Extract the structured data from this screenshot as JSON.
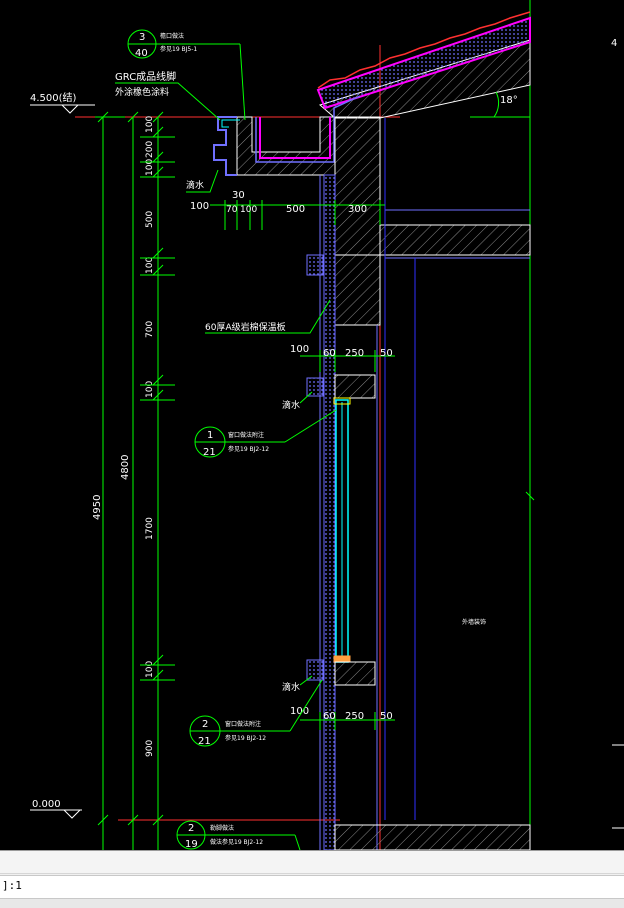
{
  "drawing": {
    "elevations": {
      "top": "4.500(结)",
      "bottom": "0.000"
    },
    "dims_vertical_left": {
      "overall": "4950"
    },
    "dims_vertical_mid": {
      "total": "4800",
      "segments": [
        "100",
        "200",
        "100",
        "500",
        "100",
        "700",
        "100",
        "1700",
        "100",
        "900"
      ]
    },
    "dims_horizontal_top": {
      "a": "30",
      "b": "100",
      "c": "70",
      "d": "100",
      "e": "500",
      "f": "300"
    },
    "dims_horizontal_mid": {
      "a": "100",
      "b": "60",
      "c": "250",
      "d": "50"
    },
    "dims_horizontal_low": {
      "a": "100",
      "b": "60",
      "c": "250",
      "d": "50"
    },
    "labels": {
      "grc_line1": "GRC成品线脚",
      "grc_line2": "外涂橡色涂料",
      "drip_top": "滴水",
      "drip_mid": "滴水",
      "drip_low": "滴水",
      "insulation": "60厚A级岩棉保温板",
      "interior": "外墙装饰",
      "roof_angle": "18°",
      "margin_mark": "4"
    },
    "callouts": [
      {
        "num": "3",
        "sheet": "40",
        "title": "檐口做法",
        "ref": "参见19 BJ5-1"
      },
      {
        "num": "1",
        "sheet": "21",
        "title": "窗口做法附注",
        "ref": "参见19 BJ2-12"
      },
      {
        "num": "2",
        "sheet": "21",
        "title": "窗口做法附注",
        "ref": "参见19 BJ2-12"
      },
      {
        "num": "2",
        "sheet": "19",
        "title": "勒脚做法",
        "ref": "做法参见19 BJ2-12"
      }
    ],
    "colors": {
      "dimension": "#00ff00",
      "wall": "#ffffff",
      "insulation": "#6a6aff",
      "flashing": "#ff00ff",
      "window": "#00ffff",
      "axis": "#ff3030",
      "hatch": "#8a8a8a"
    }
  },
  "command_line": {
    "prompt": "]:1",
    "value": ""
  }
}
